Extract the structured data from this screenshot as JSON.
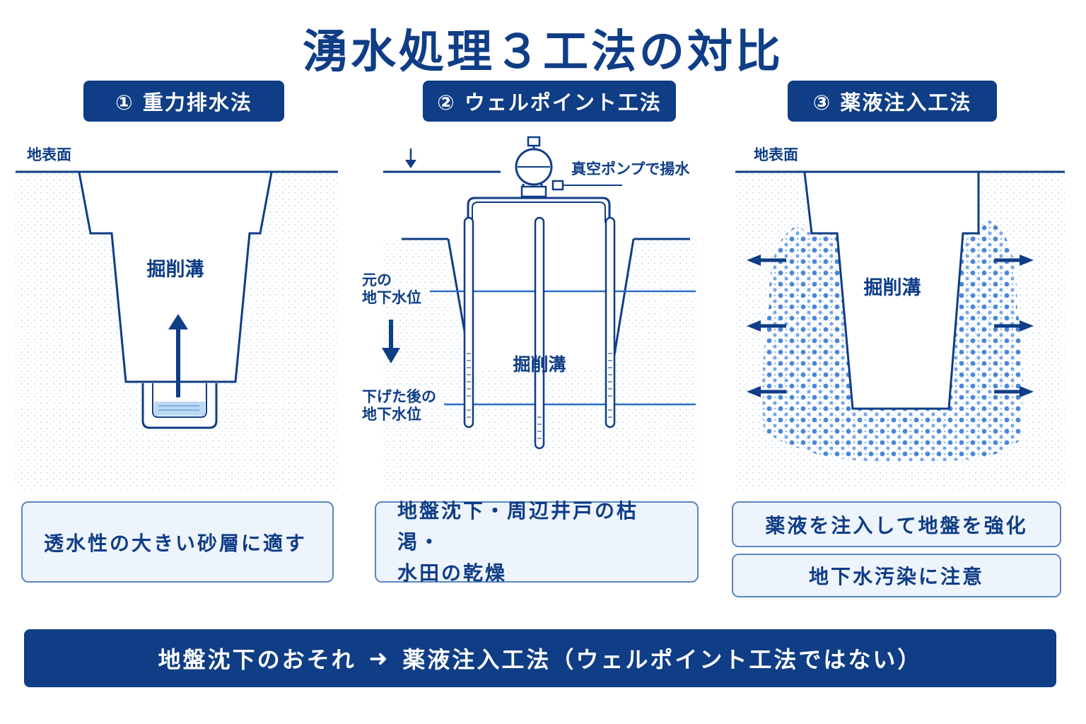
{
  "title": "湧水処理３工法の対比",
  "methods": [
    {
      "badge": "① 重力排水法",
      "labels": {
        "ground_surface": "地表面",
        "trench": "掘削溝"
      },
      "notes": [
        "透水性の大きい砂層に適す"
      ]
    },
    {
      "badge": "② ウェルポイント工法",
      "labels": {
        "pump": "真空ポンプで揚水",
        "original_level_1": "元の",
        "original_level_2": "地下水位",
        "lowered_level_1": "下げた後の",
        "lowered_level_2": "地下水位",
        "trench": "掘削溝"
      },
      "notes": [
        "地盤沈下・周辺井戸の枯渇・",
        "水田の乾燥"
      ]
    },
    {
      "badge": "③ 薬液注入工法",
      "labels": {
        "ground_surface": "地表面",
        "trench": "掘削溝"
      },
      "notes": [
        "薬液を注入して地盤を強化",
        "地下水汚染に注意"
      ]
    }
  ],
  "summary": {
    "left": "地盤沈下のおそれ",
    "arrow": "➜",
    "right": "薬液注入工法（ウェルポイント工法ではない）"
  },
  "colors": {
    "navy": "#0f3d86",
    "line_blue": "#2c6fc6",
    "dot_blue": "#4a86d8",
    "water": "#bcd8f2"
  }
}
